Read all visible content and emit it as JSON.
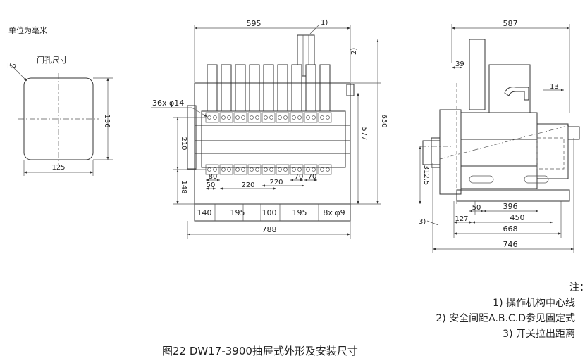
{
  "unit_label": "单位为毫米",
  "door_cutout": {
    "title": "门孔尺寸",
    "radius": "R5",
    "width": "125",
    "height": "136"
  },
  "front_view": {
    "top_width": "595",
    "note_1": "1)",
    "note_2": "2)",
    "terminals": "36x φ14",
    "height_total": "650",
    "height_mid": "577",
    "height_210": "210",
    "height_148": "148",
    "dim_80": "80",
    "dim_50": "50",
    "dim_220a": "220",
    "dim_220b": "220",
    "dim_70a": "70",
    "dim_70b": "70",
    "bottom_140": "140",
    "bottom_195a": "195",
    "bottom_100": "100",
    "bottom_195b": "195",
    "holes": "8x φ9",
    "overall": "788"
  },
  "side_view": {
    "top_587": "587",
    "dim_39": "39",
    "dim_13": "13",
    "dim_312": "312.5",
    "note_3": "3)",
    "dim_50": "50",
    "dim_396": "396",
    "dim_127": "127",
    "dim_450": "450",
    "dim_668": "668",
    "dim_746": "746"
  },
  "notes": {
    "heading": "注：",
    "items": [
      "1) 操作机构中心线",
      "2) 安全间距A.B.C.D参见固定式",
      "3) 开关拉出距离"
    ]
  },
  "caption": "图22 DW17-3900抽屉式外形及安装尺寸"
}
